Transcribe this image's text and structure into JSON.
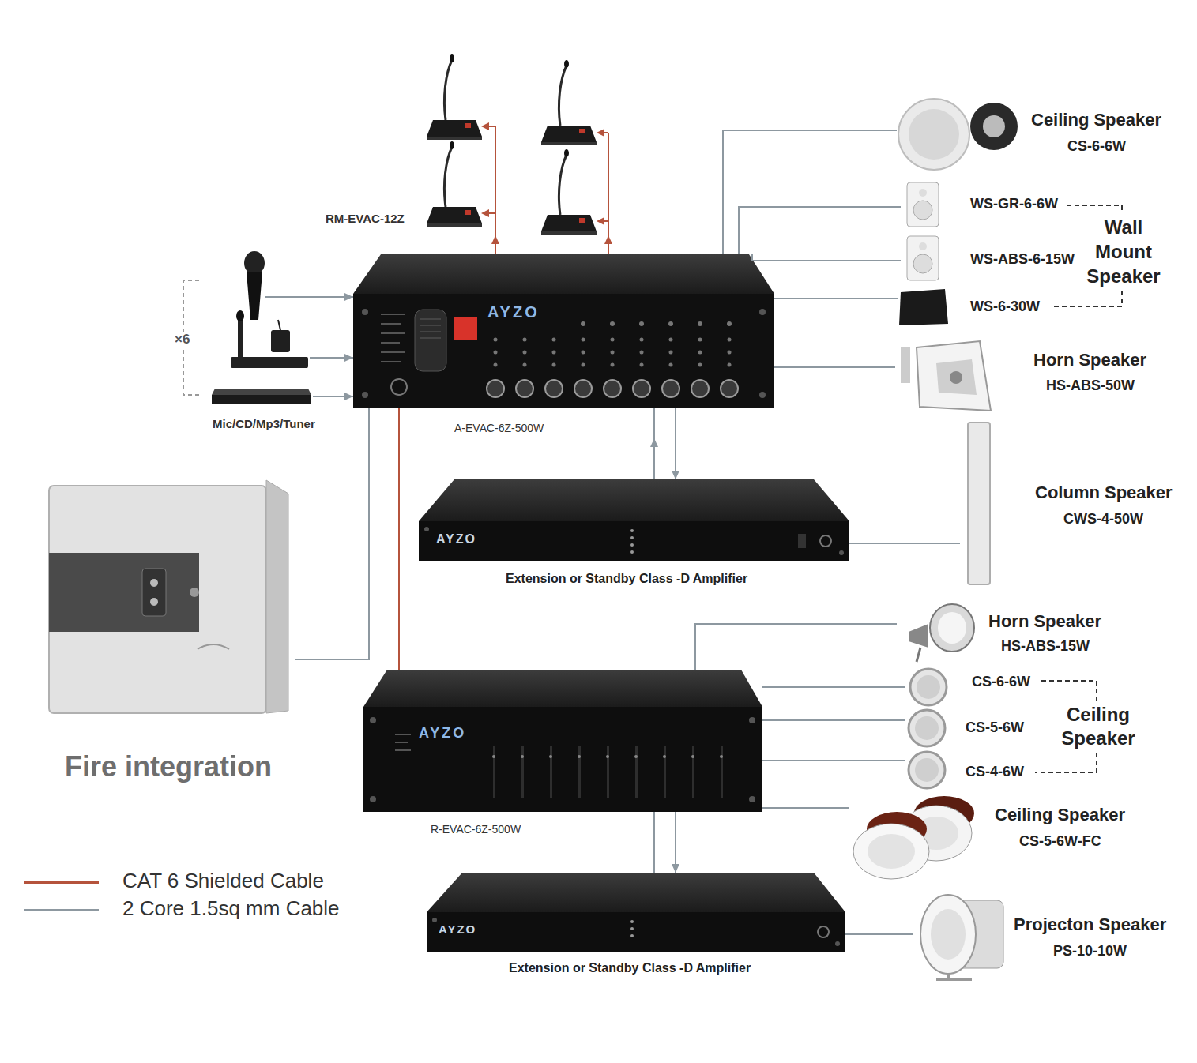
{
  "diagram": {
    "nodes": [
      {
        "text": [
          "RM-EVAC-12Z"
        ]
      },
      {
        "text": [
          "Mic/CD/Mp3/Tuner"
        ]
      },
      {
        "text": [
          "AYZO",
          "A-EVAC-6Z-500W"
        ]
      },
      {
        "text": [
          "Ceiling Speaker",
          "CS-6-6W"
        ]
      },
      {
        "text": [
          "WS-GR-6-6W"
        ]
      },
      {
        "text": [
          "WS-ABS-6-15W"
        ]
      },
      {
        "text": [
          "WS-6-30W"
        ]
      },
      {
        "text": [
          "Horn Speaker",
          "HS-ABS-50W"
        ]
      },
      {
        "text": [
          "AYZO",
          "Extension or Standby Class -D Amplifier"
        ]
      },
      {
        "text": [
          "Column Speaker",
          "CWS-4-50W"
        ]
      },
      {
        "text": [
          "Fire integration"
        ]
      },
      {
        "text": [
          "AYZO",
          "R-EVAC-6Z-500W"
        ]
      },
      {
        "text": [
          "Horn Speaker",
          "HS-ABS-15W"
        ]
      },
      {
        "text": [
          "CS-6-6W"
        ]
      },
      {
        "text": [
          "CS-5-6W"
        ]
      },
      {
        "text": [
          "CS-4-6W"
        ]
      },
      {
        "text": [
          "Ceiling Speaker",
          "CS-5-6W-FC"
        ]
      },
      {
        "text": [
          "AYZO",
          "Extension or Standby Class -D Amplifier"
        ]
      },
      {
        "text": [
          "Projecton Speaker",
          "PS-10-10W"
        ]
      }
    ],
    "edges": [
      {
        "from": 2,
        "to": 0,
        "arrow": "to"
      },
      {
        "from": 2,
        "to": 0,
        "arrow": "to"
      },
      {
        "from": 1,
        "to": 2,
        "arrow": "to"
      },
      {
        "from": 1,
        "to": 2,
        "arrow": "to"
      },
      {
        "from": 1,
        "to": 2,
        "arrow": "to"
      },
      {
        "from": 2,
        "to": 3,
        "arrow": "none"
      },
      {
        "from": 2,
        "to": 4,
        "arrow": "none"
      },
      {
        "from": 2,
        "to": 5,
        "arrow": "none"
      },
      {
        "from": 2,
        "to": 6,
        "arrow": "none"
      },
      {
        "from": 2,
        "to": 7,
        "arrow": "none"
      },
      {
        "from": 8,
        "to": 2,
        "arrow": "to"
      },
      {
        "from": 2,
        "to": 8,
        "arrow": "to"
      },
      {
        "from": 8,
        "to": 9,
        "arrow": "none"
      },
      {
        "from": 10,
        "to": 2,
        "arrow": "none"
      },
      {
        "from": 2,
        "to": 11,
        "arrow": "none"
      },
      {
        "from": 11,
        "to": 12,
        "arrow": "none"
      },
      {
        "from": 11,
        "to": 13,
        "arrow": "none"
      },
      {
        "from": 11,
        "to": 14,
        "arrow": "none"
      },
      {
        "from": 11,
        "to": 15,
        "arrow": "none"
      },
      {
        "from": 11,
        "to": 16,
        "arrow": "none"
      },
      {
        "from": 11,
        "to": 17,
        "arrow": "none"
      },
      {
        "from": 11,
        "to": 17,
        "arrow": "to"
      },
      {
        "from": 17,
        "to": 18,
        "arrow": "none"
      }
    ],
    "labels": [
      "×6",
      "Wall Mount Speaker",
      "Ceiling Speaker"
    ],
    "legend": [
      {
        "text": "CAT 6 Shielded Cable",
        "color": "#b5533c"
      },
      {
        "text": "2 Core 1.5sq mm Cable",
        "color": "#8d98a0"
      }
    ]
  }
}
